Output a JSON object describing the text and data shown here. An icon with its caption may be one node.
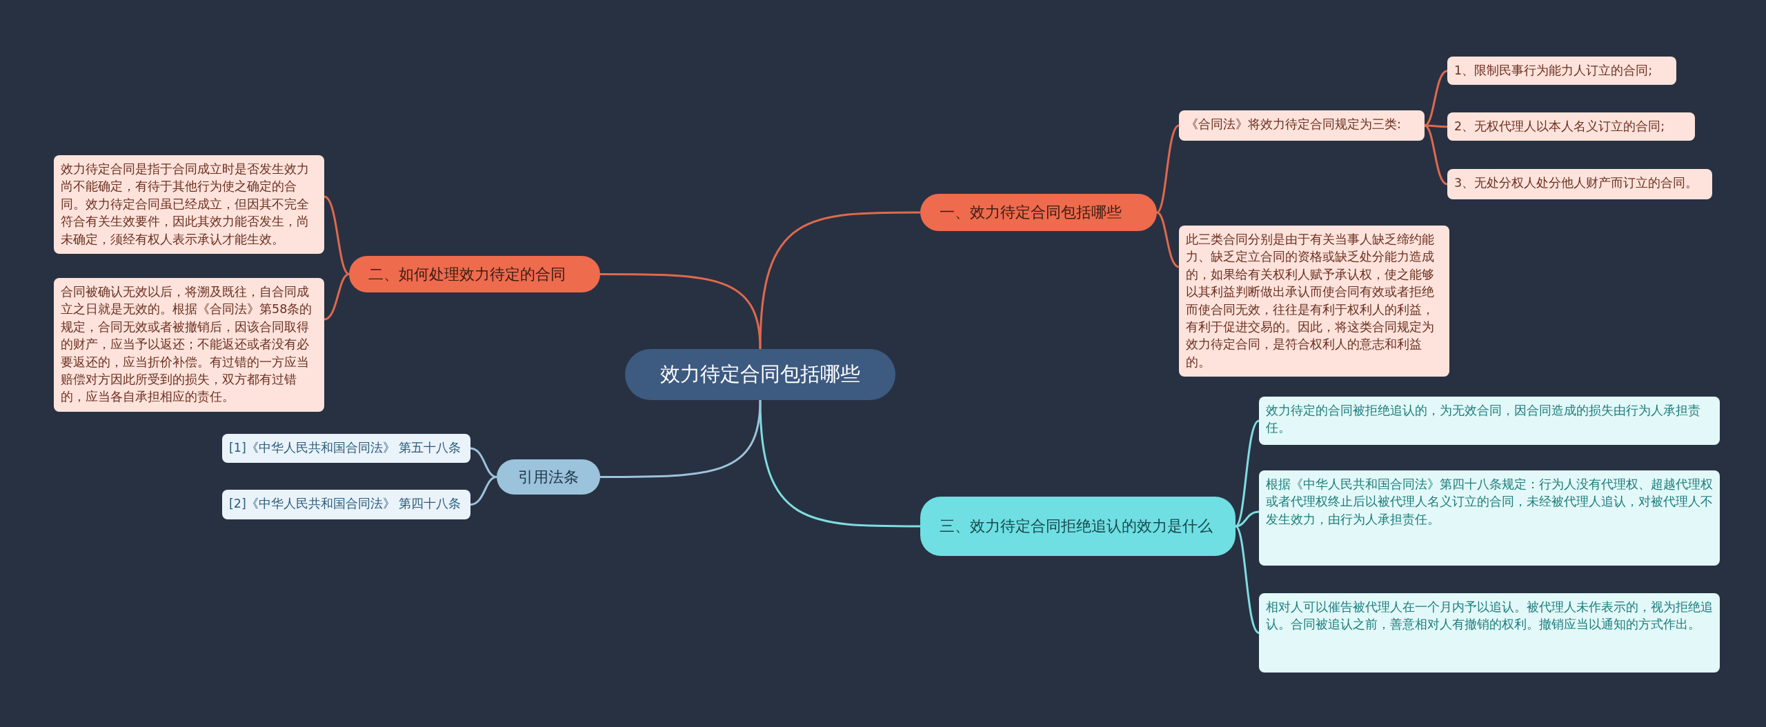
{
  "diagram": {
    "nodes": [
      {
        "text": [
          "效力待定合同包括哪些"
        ]
      },
      {
        "text": [
          "一、效力待定合同包括哪些"
        ]
      },
      {
        "text": [
          "《合同法》将效力待定合同规定为三类:"
        ]
      },
      {
        "text": [
          "1、限制民事行为能力人订立的合同;"
        ]
      },
      {
        "text": [
          "2、无权代理人以本人名义订立的合同;"
        ]
      },
      {
        "text": [
          "3、无处分权人处分他人财产而订立的合同。"
        ]
      },
      {
        "text": [
          "此三类合同分别是由于有关当事人缺乏缔约能力、缺乏定立合同的资格或缺乏处分能力造成的，如果给有关权利人赋予承认权，使之能够以其利益判断做出承认而使合同有效或者拒绝而使合同无效，往往是有利于权利人的利益，有利于促进交易的。因此，将这类合同规定为效力待定合同，是符合权利人的意志和利益的。"
        ]
      },
      {
        "text": [
          "三、效力待定合同拒绝追认的效力是什么"
        ]
      },
      {
        "text": [
          "效力待定的合同被拒绝追认的，为无效合同，因合同造成的损失由行为人承担责任。"
        ]
      },
      {
        "text": [
          "根据《中华人民共和国合同法》第四十八条规定：行为人没有代理权、超越代理权或者代理权终止后以被代理人名义订立的合同，未经被代理人追认，对被代理人不发生效力，由行为人承担责任。"
        ]
      },
      {
        "text": [
          "相对人可以催告被代理人在一个月内予以追认。被代理人未作表示的，视为拒绝追认。合同被追认之前，善意相对人有撤销的权利。撤销应当以通知的方式作出。"
        ]
      },
      {
        "text": [
          "二、如何处理效力待定的合同"
        ]
      },
      {
        "text": [
          "效力待定合同是指于合同成立时是否发生效力尚不能确定，有待于其他行为使之确定的合同。效力待定合同虽已经成立，但因其不完全符合有关生效要件，因此其效力能否发生，尚未确定，须经有权人表示承认才能生效。"
        ]
      },
      {
        "text": [
          "合同被确认无效以后，将溯及既往，自合同成立之日就是无效的。根据《合同法》第58条的规定，合同无效或者被撤销后，因该合同取得的财产，应当予以返还；不能返还或者没有必要返还的，应当折价补偿。有过错的一方应当赔偿对方因此所受到的损失，双方都有过错的，应当各自承担相应的责任。"
        ]
      },
      {
        "text": [
          "引用法条"
        ]
      },
      {
        "text": [
          "[1]《中华人民共和国合同法》 第五十八条"
        ]
      },
      {
        "text": [
          "[2]《中华人民共和国合同法》 第四十八条"
        ]
      }
    ],
    "edges": [
      {
        "from": 0,
        "to": 1,
        "arrow": "none"
      },
      {
        "from": 1,
        "to": 2,
        "arrow": "none"
      },
      {
        "from": 2,
        "to": 3,
        "arrow": "none"
      },
      {
        "from": 2,
        "to": 4,
        "arrow": "none"
      },
      {
        "from": 2,
        "to": 5,
        "arrow": "none"
      },
      {
        "from": 1,
        "to": 6,
        "arrow": "none"
      },
      {
        "from": 0,
        "to": 7,
        "arrow": "none",
        "color": "#7fdde0"
      },
      {
        "from": 7,
        "to": 8,
        "arrow": "none",
        "color": "#7fdde0"
      },
      {
        "from": 7,
        "to": 9,
        "arrow": "none",
        "color": "#7fdde0"
      },
      {
        "from": 7,
        "to": 10,
        "arrow": "none",
        "color": "#7fdde0"
      },
      {
        "from": 0,
        "to": 11,
        "arrow": "none"
      },
      {
        "from": 11,
        "to": 12,
        "arrow": "none"
      },
      {
        "from": 11,
        "to": 13,
        "arrow": "none"
      },
      {
        "from": 0,
        "to": 14,
        "arrow": "none",
        "color": "#9cc3dc"
      },
      {
        "from": 14,
        "to": 15,
        "arrow": "none",
        "color": "#9cc3dc"
      },
      {
        "from": 14,
        "to": 16,
        "arrow": "none",
        "color": "#9cc3dc"
      }
    ]
  }
}
